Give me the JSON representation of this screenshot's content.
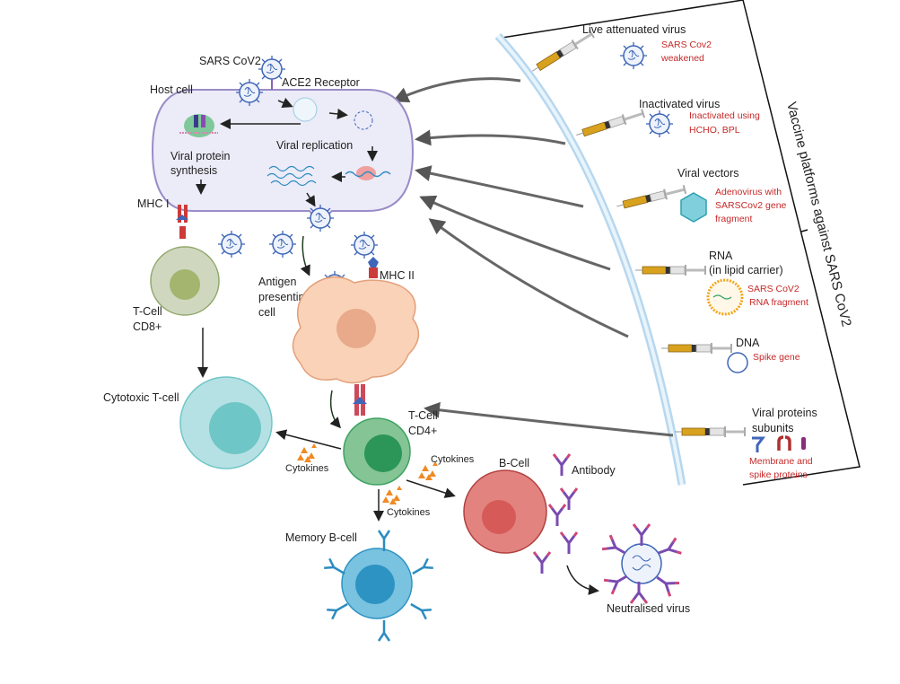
{
  "host_cell": {
    "sars_cov2_label": "SARS CoV2",
    "ace2_label": "ACE2 Receptor",
    "host_cell_label": "Host cell",
    "viral_replication_label": "Viral replication",
    "viral_protein_synthesis_label": [
      "Viral protein",
      "synthesis"
    ],
    "mhc1_label": "MHC I"
  },
  "immune": {
    "tcell_cd8_label": [
      "T-Cell",
      "CD8+"
    ],
    "apc_label": [
      "Antigen",
      "presenting",
      " cell"
    ],
    "mhc2_label": "MHC II",
    "cytotoxic_label": "Cytotoxic T-cell",
    "tcell_cd4_label": [
      "T-Cell",
      "CD4+"
    ],
    "cytokines_label": "Cytokines",
    "bcell_label": "B-Cell",
    "antibody_label": "Antibody",
    "memory_bcell_label": "Memory B-cell",
    "neutralised_label": "Neutralised virus"
  },
  "vaccine_platforms": {
    "title": "Vaccine platforms against SARS CoV2",
    "items": [
      {
        "name": "Live attenuated virus",
        "desc": [
          "SARS Cov2",
          "weakened"
        ]
      },
      {
        "name": "Inactivated virus",
        "desc": [
          "Inactivated using",
          "HCHO, BPL"
        ]
      },
      {
        "name": "Viral vectors",
        "desc": [
          "Adenovirus with",
          "SARSCov2 gene",
          "fragment"
        ]
      },
      {
        "name": [
          "RNA",
          "(in lipid carrier)"
        ],
        "desc": [
          "SARS CoV2",
          "RNA fragment"
        ]
      },
      {
        "name": "DNA",
        "desc": [
          "Spike gene"
        ]
      },
      {
        "name": [
          "Viral proteins",
          "subunits"
        ],
        "desc": [
          "Membrane and",
          "spike proteins"
        ]
      }
    ]
  },
  "colors": {
    "host_cell_fill": "#ecebf8",
    "host_cell_stroke": "#9a8cc7",
    "cd8_cell": "#cfd8bf",
    "cd8_nucleus": "#a3b56e",
    "apc_cell": "#f9d2b8",
    "apc_nucleus": "#e9a98b",
    "cytotoxic_cell": "#b6e1e4",
    "cytotoxic_nucleus": "#6fc6c6",
    "cd4_cell": "#84c495",
    "cd4_nucleus": "#2c9558",
    "bcell": "#e28380",
    "bcell_nucleus": "#d55a58",
    "memory_bcell": "#79c2e0",
    "memory_nucleus": "#2d93c2",
    "label_red": "#c62828",
    "cytokine": "#f08a24",
    "membrane": "#cfe6f5"
  }
}
